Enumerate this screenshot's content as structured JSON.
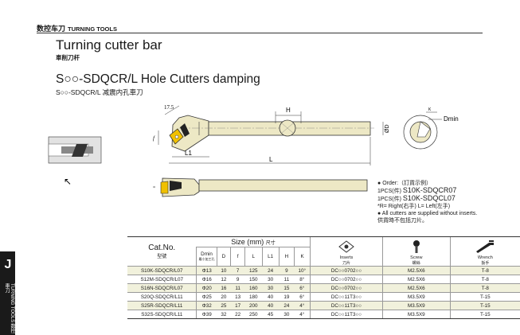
{
  "header": {
    "category_cn": "数控车刀",
    "category_en": "TURNING TOOLS"
  },
  "title": {
    "en": "Turning cutter bar",
    "cn": "車削刀杆"
  },
  "series": {
    "en": "S○○-SDQCR/L Hole Cutters damping",
    "cn": "S○○-SDQCR/L 减震内孔車刀"
  },
  "side_tab": {
    "letter": "J",
    "en": "TURNING TOOLS",
    "cn": "数控車刀"
  },
  "drawing_labels": {
    "angle": "17.5",
    "H": "H",
    "f": "f",
    "L1": "L1",
    "L": "L",
    "D": "ØD",
    "Dmin": "Dmin",
    "K": "K"
  },
  "order": {
    "heading": "Order:（訂貨示例）",
    "line1_prefix": "1PCS(件)",
    "line1_code": "S10K-SDQCR07",
    "line2_prefix": "1PCS(件)",
    "line2_code": "S10K-SDQCL07",
    "rl_note": "*R= Right(右手)   L= Left(左手)",
    "note_en": "All cutters are supplied without inserts.",
    "note_cn": "供貨時不包括刀片。"
  },
  "table": {
    "catno_en": "Cat.No.",
    "catno_cn": "型號",
    "size_label": "Size (mm)",
    "size_cn": "尺寸",
    "dmin_label": "Dmin",
    "dmin_cn": "最小加工孔",
    "cols": [
      "D",
      "f",
      "L",
      "L1",
      "H",
      "K"
    ],
    "inserts_en": "Inserts",
    "inserts_cn": "刀片",
    "screw_en": "Screw",
    "screw_cn": "螺絲",
    "wrench_en": "Wrench",
    "wrench_cn": "扳手",
    "rows": [
      {
        "cat": "S10K-SDQCR/L07",
        "dmin": "Φ13",
        "D": "10",
        "f": "7",
        "L": "125",
        "L1": "24",
        "H": "9",
        "K": "10°",
        "insert": "DC○○0702○○",
        "screw": "M2.5X6",
        "wrench": "T-8"
      },
      {
        "cat": "S12M-SDQCR/L07",
        "dmin": "Φ16",
        "D": "12",
        "f": "9",
        "L": "150",
        "L1": "30",
        "H": "11",
        "K": "8°",
        "insert": "DC○○0702○○",
        "screw": "M2.5X6",
        "wrench": "T-8"
      },
      {
        "cat": "S16N-SDQCR/L07",
        "dmin": "Φ20",
        "D": "16",
        "f": "11",
        "L": "160",
        "L1": "30",
        "H": "15",
        "K": "6°",
        "insert": "DC○○0702○○",
        "screw": "M2.5X6",
        "wrench": "T-8"
      },
      {
        "cat": "S20Q-SDQCR/L11",
        "dmin": "Φ25",
        "D": "20",
        "f": "13",
        "L": "180",
        "L1": "40",
        "H": "19",
        "K": "6°",
        "insert": "DC○○11T3○○",
        "screw": "M3.5X9",
        "wrench": "T-15"
      },
      {
        "cat": "S25R-SDQCR/L11",
        "dmin": "Φ32",
        "D": "25",
        "f": "17",
        "L": "200",
        "L1": "40",
        "H": "24",
        "K": "4°",
        "insert": "DC○○11T3○○",
        "screw": "M3.5X9",
        "wrench": "T-15"
      },
      {
        "cat": "S32S-SDQCR/L11",
        "dmin": "Φ39",
        "D": "32",
        "f": "22",
        "L": "250",
        "L1": "45",
        "H": "30",
        "K": "4°",
        "insert": "DC○○11T3○○",
        "screw": "M3.5X9",
        "wrench": "T-15"
      }
    ]
  },
  "colors": {
    "bar": "#ede8c5",
    "insert": "#f0c000",
    "band": "#f1f1dc"
  }
}
